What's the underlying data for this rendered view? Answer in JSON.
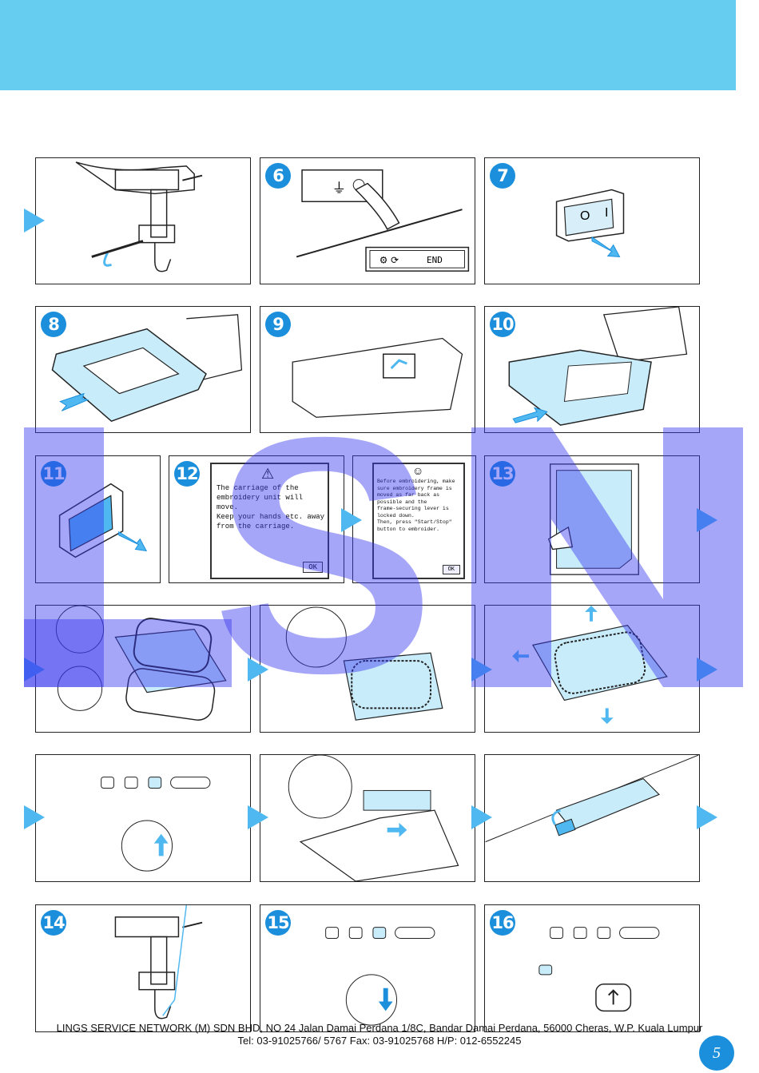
{
  "header": {
    "color": "#66ccf0"
  },
  "steps": {
    "s6": "6",
    "s7": "7",
    "s8": "8",
    "s9": "9",
    "s10": "10",
    "s11": "11",
    "s12": "12",
    "s13": "13",
    "s14": "14",
    "s15": "15",
    "s16": "16"
  },
  "screen6": {
    "end_label": "END"
  },
  "switch": {
    "off": "O",
    "on": "I"
  },
  "screen12": {
    "message": "The carriage of the\nembroidery unit will move.\nKeep your hands etc. away\nfrom the carriage.",
    "ok_label": "OK"
  },
  "screen12b": {
    "message": "Before embroidering, make\nsure embroidery frame is\nmoved as far back as\npossible and the\nframe-securing lever is\nlocked down.\nThen, press \"Start/Stop\"\nbutton to embroider.",
    "ok_label": "OK"
  },
  "watermark": {
    "text": "LSN",
    "color": "#3a3af0"
  },
  "footer": {
    "line1": "LINGS SERVICE NETWORK (M) SDN BHD, NO 24 Jalan Damai Perdana 1/8C, Bandar Damai Perdana, 56000 Cheras, W.P. Kuala Lumpur",
    "line2": "Tel: 03-91025766/ 5767     Fax: 03-91025768     H/P: 012-6552245"
  },
  "page_number": "5"
}
